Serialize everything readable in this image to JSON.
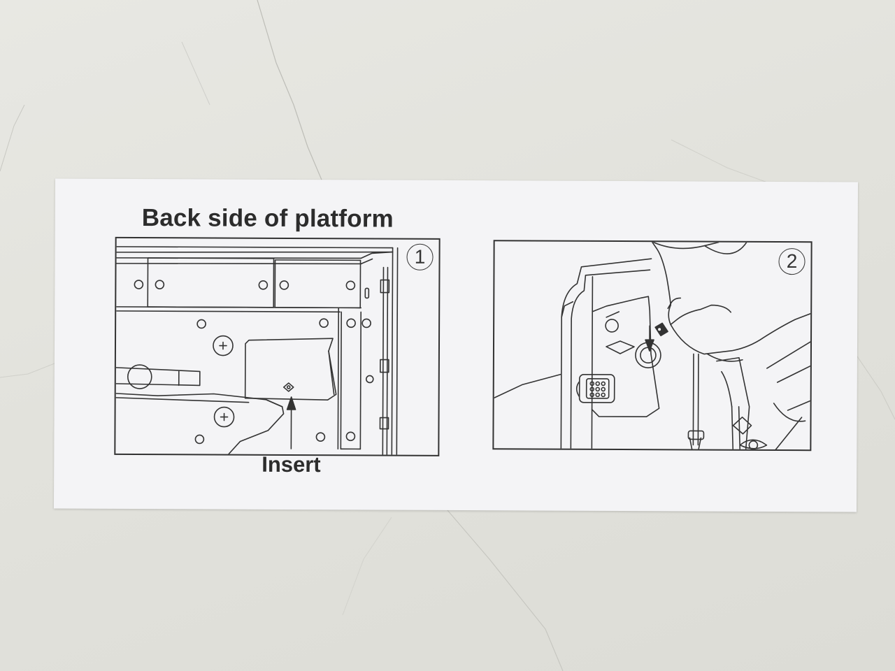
{
  "card": {
    "heading": "Back side of platform",
    "caption": "Insert"
  },
  "steps": [
    {
      "number": "1"
    },
    {
      "number": "2"
    }
  ],
  "colors": {
    "ink": "#333333",
    "paper": "#f4f4f6",
    "background": "#e2e2dc"
  }
}
